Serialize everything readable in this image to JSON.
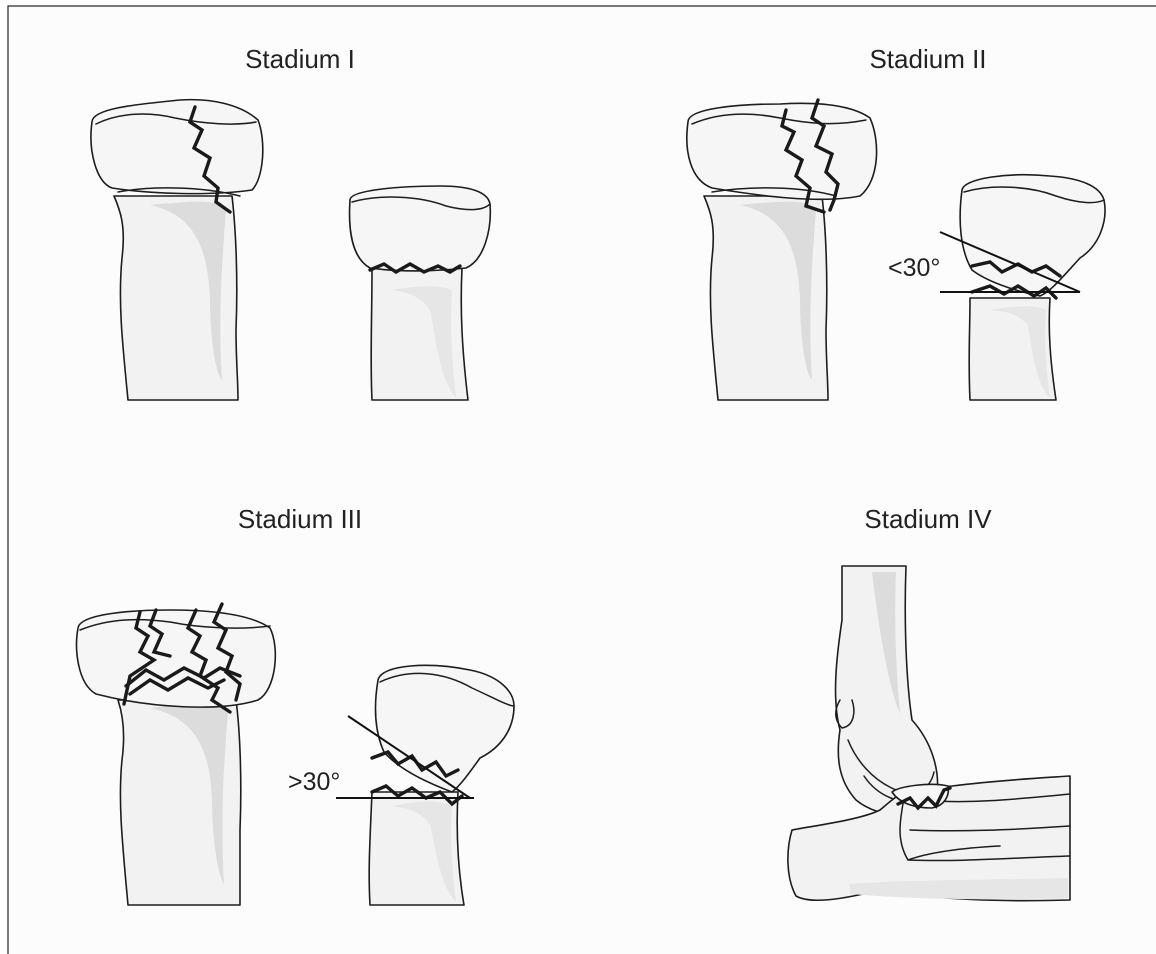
{
  "stages": [
    {
      "title": "Stadium I"
    },
    {
      "title": "Stadium II",
      "angle_label": "<30°"
    },
    {
      "title": "Stadium III",
      "angle_label": ">30°"
    },
    {
      "title": "Stadium IV"
    }
  ]
}
